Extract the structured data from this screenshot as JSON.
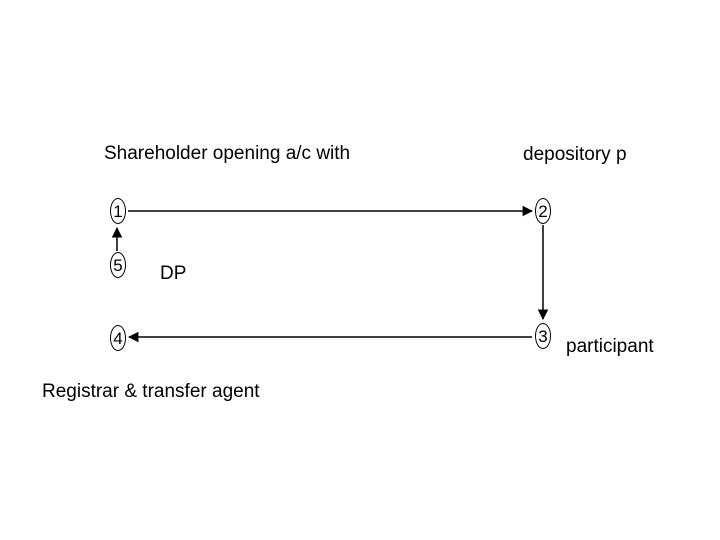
{
  "labels": {
    "top_left": "Shareholder opening a/c with",
    "top_right": "depository p",
    "middle": "DP",
    "right": "participant",
    "bottom": "Registrar & transfer agent"
  },
  "nodes": [
    {
      "id": "n1",
      "label": "1"
    },
    {
      "id": "n2",
      "label": "2"
    },
    {
      "id": "n3",
      "label": "3"
    },
    {
      "id": "n4",
      "label": "4"
    },
    {
      "id": "n5",
      "label": "5"
    }
  ],
  "edges": [
    {
      "from": "1",
      "to": "2"
    },
    {
      "from": "2",
      "to": "3"
    },
    {
      "from": "3",
      "to": "4"
    },
    {
      "from": "5",
      "to": "1"
    }
  ]
}
